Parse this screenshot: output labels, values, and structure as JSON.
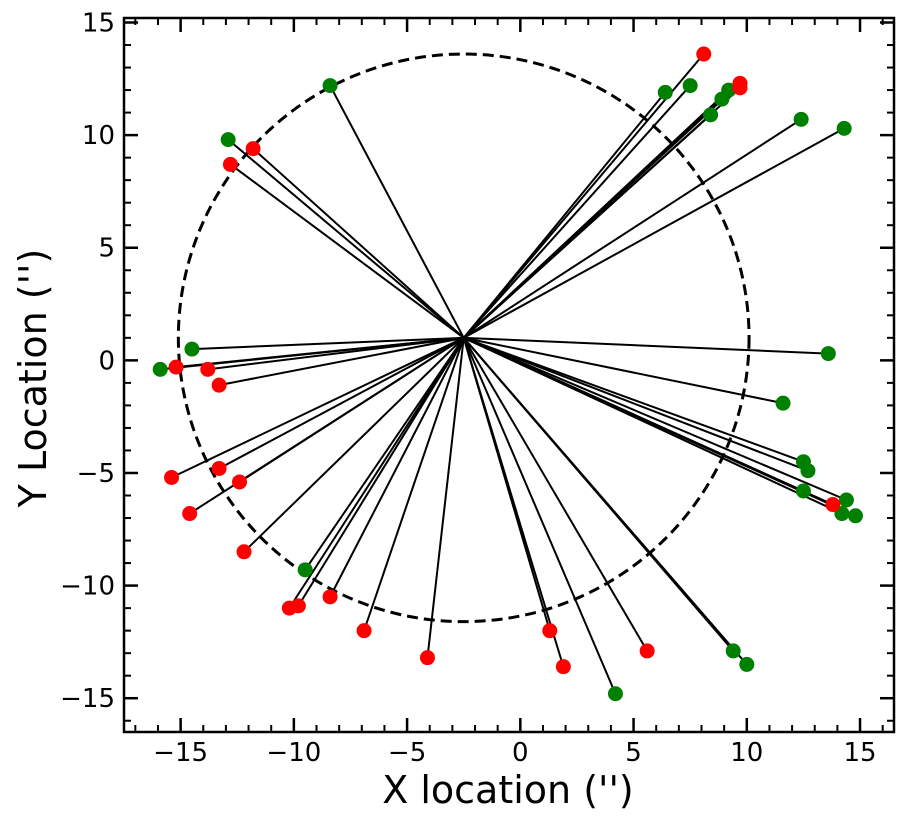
{
  "chart_data": {
    "type": "scatter",
    "title": "",
    "xlabel": "X location ('')",
    "ylabel": "Y Location ('')",
    "xlim": [
      -17.5,
      16.5
    ],
    "ylim": [
      -16.5,
      15.2
    ],
    "xticks": [
      -15,
      -10,
      -5,
      0,
      5,
      10,
      15
    ],
    "yticks": [
      -15,
      -10,
      -5,
      0,
      5,
      10,
      15
    ],
    "minor_tick_step": 1,
    "grid": false,
    "legend": "none",
    "circle": {
      "center": [
        -2.5,
        1.0
      ],
      "radius": 12.6,
      "style": "dashed",
      "color": "#000000"
    },
    "center_point": [
      -2.5,
      1.0
    ],
    "line_color": "#000000",
    "series": [
      {
        "color": "#008000",
        "points": [
          [
            -8.4,
            12.2
          ],
          [
            -12.9,
            9.8
          ],
          [
            6.4,
            11.9
          ],
          [
            7.5,
            12.2
          ],
          [
            9.2,
            12.0
          ],
          [
            8.9,
            11.6
          ],
          [
            8.4,
            10.9
          ],
          [
            12.4,
            10.7
          ],
          [
            14.3,
            10.3
          ],
          [
            -14.5,
            0.5
          ],
          [
            -15.9,
            -0.4
          ],
          [
            13.6,
            0.3
          ],
          [
            11.6,
            -1.9
          ],
          [
            12.5,
            -4.5
          ],
          [
            12.7,
            -4.9
          ],
          [
            12.5,
            -5.8
          ],
          [
            14.4,
            -6.2
          ],
          [
            14.2,
            -6.8
          ],
          [
            14.8,
            -6.9
          ],
          [
            9.4,
            -12.9
          ],
          [
            10.0,
            -13.5
          ],
          [
            4.2,
            -14.8
          ],
          [
            -9.5,
            -9.3
          ]
        ]
      },
      {
        "color": "#ff0000",
        "points": [
          [
            8.1,
            13.6
          ],
          [
            9.7,
            12.3
          ],
          [
            9.7,
            12.1
          ],
          [
            -11.8,
            9.4
          ],
          [
            -12.8,
            8.7
          ],
          [
            -15.2,
            -0.3
          ],
          [
            -13.8,
            -0.4
          ],
          [
            -13.3,
            -1.1
          ],
          [
            -15.4,
            -5.2
          ],
          [
            -13.3,
            -4.8
          ],
          [
            -12.4,
            -5.4
          ],
          [
            -14.6,
            -6.8
          ],
          [
            -12.2,
            -8.5
          ],
          [
            -10.2,
            -11.0
          ],
          [
            -9.8,
            -10.9
          ],
          [
            -8.4,
            -10.5
          ],
          [
            -6.9,
            -12.0
          ],
          [
            -4.1,
            -13.2
          ],
          [
            1.3,
            -12.0
          ],
          [
            1.9,
            -13.6
          ],
          [
            5.6,
            -12.9
          ],
          [
            13.8,
            -6.4
          ]
        ]
      }
    ]
  }
}
